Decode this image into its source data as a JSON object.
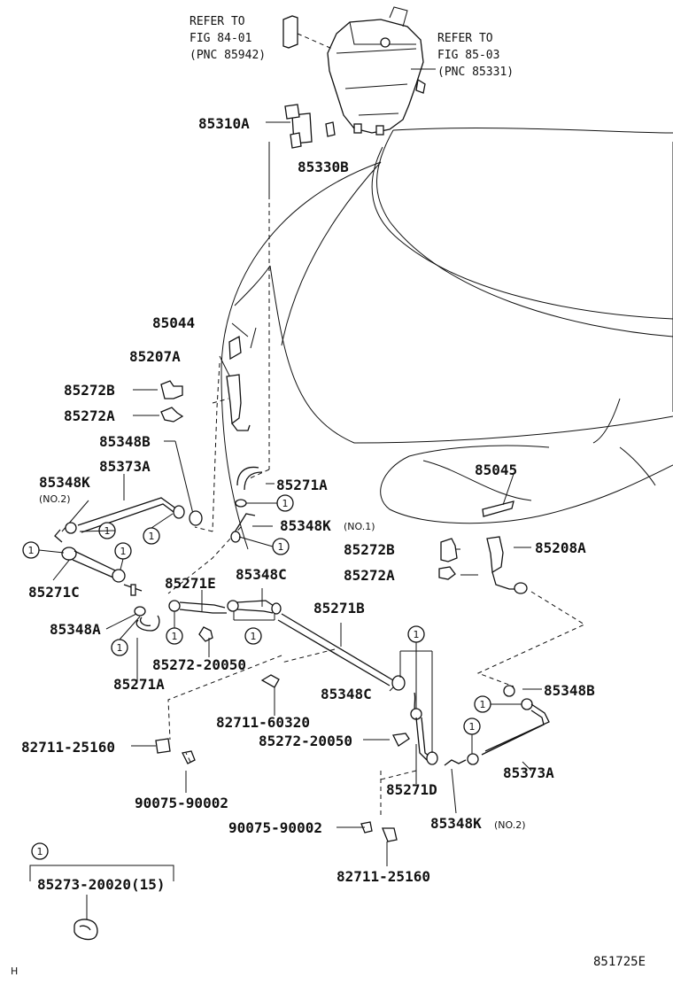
{
  "diagram": {
    "refs": {
      "left": [
        "REFER TO",
        "FIG 84-01",
        "(PNC 85942)"
      ],
      "right": [
        "REFER TO",
        "FIG 85-03",
        "(PNC 85331)"
      ]
    },
    "callout_symbol": "1",
    "labels": {
      "p85310A": "85310A",
      "p85330B": "85330B",
      "p85044": "85044",
      "p85207A": "85207A",
      "p85272B_l": "85272B",
      "p85272A_l": "85272A",
      "p85348B_l": "85348B",
      "p85373A_l": "85373A",
      "p85348K_l": "85348K",
      "p85348K_l_sub": "(NO.2)",
      "p85271A_top": "85271A",
      "p85348K_r": "85348K",
      "p85348K_r_sub": "(NO.1)",
      "p85045": "85045",
      "p85272B_r": "85272B",
      "p85208A": "85208A",
      "p85272A_r": "85272A",
      "p85271C": "85271C",
      "p85271E": "85271E",
      "p85348C_t": "85348C",
      "p85271B": "85271B",
      "p85348A": "85348A",
      "p85271A_bot": "85271A",
      "p85272_20050_l": "85272-20050",
      "p85348C_b": "85348C",
      "p85348B_r": "85348B",
      "p82711_60320": "82711-60320",
      "p82711_25160_l": "82711-25160",
      "p85272_20050_r": "85272-20050",
      "p85373A_r": "85373A",
      "p85271D": "85271D",
      "p90075_90002_l": "90075-90002",
      "p85348K_b": "85348K",
      "p85348K_b_sub": "(NO.2)",
      "p90075_90002_r": "90075-90002",
      "p82711_25160_r": "82711-25160"
    },
    "legend": {
      "symbol": "1",
      "part": "85273-20020(15)"
    },
    "footer_left": "H",
    "footer_code": "851725E"
  }
}
